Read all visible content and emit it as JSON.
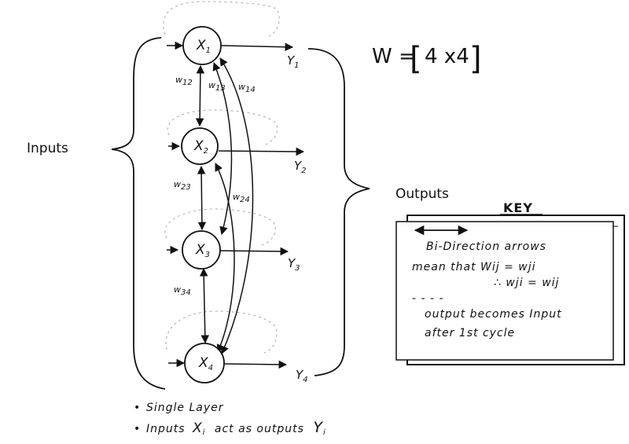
{
  "nodes": [
    {
      "id": "x1",
      "base": "X",
      "sub": "1"
    },
    {
      "id": "x2",
      "base": "X",
      "sub": "2"
    },
    {
      "id": "x3",
      "base": "X",
      "sub": "3"
    },
    {
      "id": "x4",
      "base": "X",
      "sub": "4"
    }
  ],
  "outputs": [
    {
      "base": "Y",
      "sub": "1"
    },
    {
      "base": "Y",
      "sub": "2"
    },
    {
      "base": "Y",
      "sub": "3"
    },
    {
      "base": "Y",
      "sub": "4"
    }
  ],
  "weights": {
    "w12": {
      "base": "w",
      "sub": "12"
    },
    "w13": {
      "base": "w",
      "sub": "13"
    },
    "w14": {
      "base": "w",
      "sub": "14"
    },
    "w23": {
      "base": "w",
      "sub": "23"
    },
    "w24": {
      "base": "w",
      "sub": "24"
    },
    "w34": {
      "base": "w",
      "sub": "34"
    }
  },
  "matrix": {
    "lhs": "W =",
    "open_bracket": "[",
    "value": "4 x4",
    "close_bracket": "]"
  },
  "labels": {
    "inputs": "Inputs",
    "outputs": "Outputs"
  },
  "key": {
    "title": "KEY",
    "line1": "Bi-Direction arrows",
    "line2": "mean that  Wij = wji",
    "line3": "∴ wji = wij",
    "dashes": "- - - -",
    "line4": "output becomes Input",
    "line5": "after  1st cycle"
  },
  "notes": {
    "bullet": "•",
    "note1": "Single Layer",
    "note2_prefix": "Inputs",
    "note2_x": "X",
    "note2_xsub": "i",
    "note2_mid": "act as outputs",
    "note2_y": "Y",
    "note2_ysub": "i"
  }
}
